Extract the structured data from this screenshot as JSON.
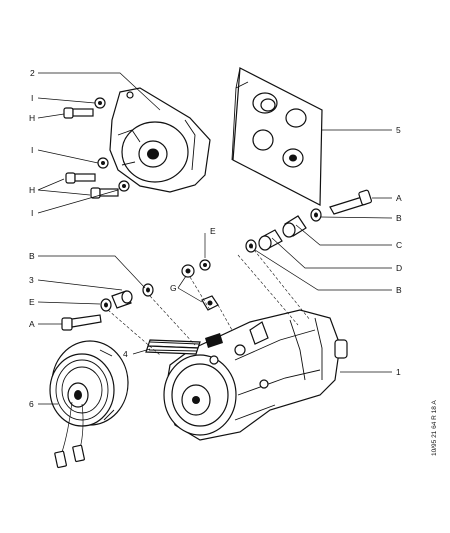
{
  "labels": {
    "l_2": "2",
    "l_I_top": "I",
    "l_H_top": "H",
    "l_I_mid": "I",
    "l_H_mid": "H",
    "l_I_low": "I",
    "l_5": "5",
    "l_A_right": "A",
    "l_B_right1": "B",
    "l_C": "C",
    "l_D": "D",
    "l_B_right2": "B",
    "l_E_top": "E",
    "l_G": "G",
    "l_B_left": "B",
    "l_3": "3",
    "l_E_left": "E",
    "l_A_left": "A",
    "l_4": "4",
    "l_1": "1",
    "l_6": "6"
  },
  "reference_code": "10/95 21 64 R 18 A"
}
